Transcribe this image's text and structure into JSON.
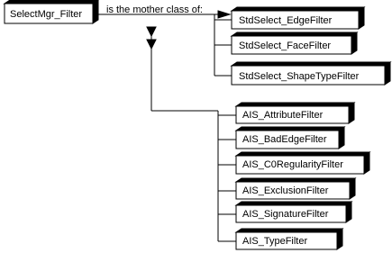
{
  "root": {
    "label": "SelectMgr_Filter"
  },
  "relation": {
    "label": "is the mother class of:"
  },
  "children": [
    {
      "label": "StdSelect_EdgeFilter"
    },
    {
      "label": "StdSelect_FaceFilter"
    },
    {
      "label": "StdSelect_ShapeTypeFilter"
    },
    {
      "label": "AIS_AttributeFilter"
    },
    {
      "label": "AIS_BadEdgeFilter"
    },
    {
      "label": "AIS_C0RegularityFilter"
    },
    {
      "label": "AIS_ExclusionFilter"
    },
    {
      "label": "AIS_SignatureFilter"
    },
    {
      "label": "AIS_TypeFilter"
    }
  ]
}
